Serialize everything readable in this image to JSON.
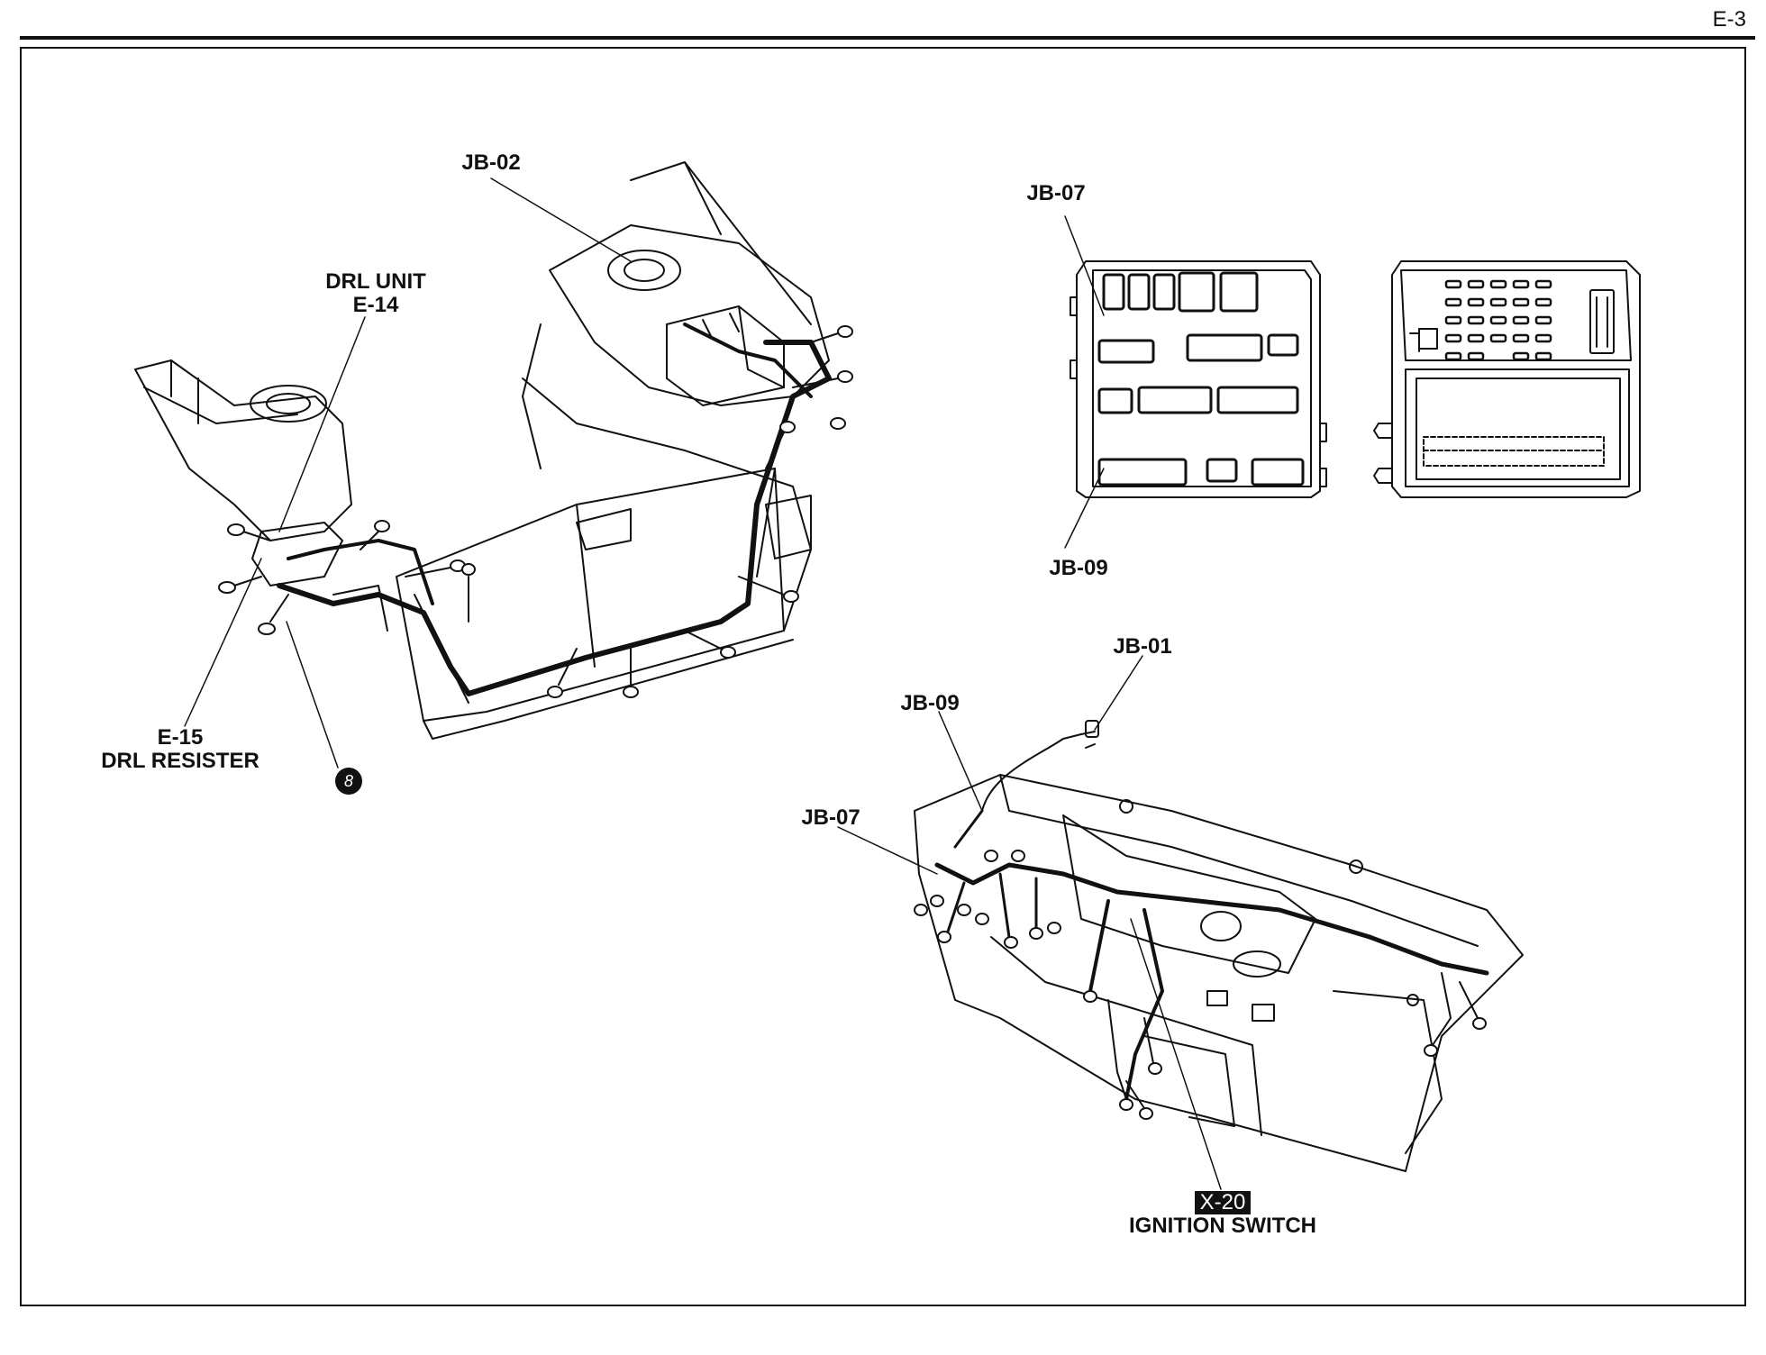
{
  "page_code": "E-3",
  "labels": {
    "jb02": "JB-02",
    "drl_unit_name": "DRL UNIT",
    "drl_unit_code": "E-14",
    "e15_code": "E-15",
    "e15_name": "DRL RESISTER",
    "circle_ref": "8",
    "jb07_top": "JB-07",
    "jb09_top": "JB-09",
    "jb01": "JB-01",
    "jb09_dash": "JB-09",
    "jb07_dash": "JB-07",
    "x20_code": "X-20",
    "x20_name": "IGNITION SWITCH"
  }
}
